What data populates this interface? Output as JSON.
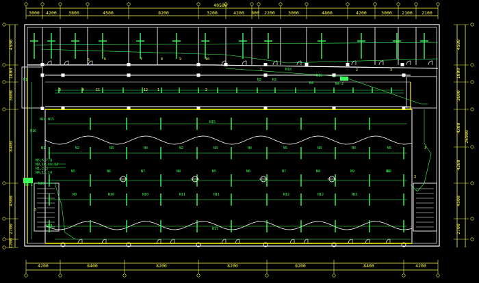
{
  "colors": {
    "background": "#000000",
    "wall": "#ffffff",
    "dimension": "#ffff4a",
    "circuit": "#3cff5a",
    "highlight_yellow": "#ffff00"
  },
  "top_dimensions": {
    "total": "49500",
    "segments": [
      "3000",
      "4200",
      "3800",
      "4500",
      "8200",
      "3200",
      "4200",
      "800",
      "2200",
      "3000",
      "4800",
      "4200",
      "3000",
      "2100",
      "2100"
    ]
  },
  "bottom_dimensions": {
    "segments": [
      "4200",
      "8400",
      "8200",
      "8200",
      "8200",
      "8400",
      "4200"
    ]
  },
  "left_dimensions": {
    "segments": [
      "4500",
      "1800",
      "3600",
      "8400",
      "4500",
      "2700",
      "1200"
    ]
  },
  "right_dimensions": {
    "total": "26900",
    "segments": [
      "4500",
      "1800",
      "3600",
      "4200",
      "4200",
      "4500",
      "2700"
    ]
  },
  "circuit_labels": {
    "row1": [
      "N1",
      "N2",
      "N3",
      "N4",
      "N2",
      "N3",
      "N4",
      "N5",
      "N3",
      "N4",
      "N5",
      "N2"
    ],
    "row2": [
      "N5",
      "N6",
      "N7",
      "N8",
      "N5",
      "N6",
      "N7",
      "N8",
      "N9",
      "N2"
    ],
    "row3": [
      "N9",
      "N10",
      "N10",
      "N11",
      "N11",
      "N12",
      "N12",
      "N11"
    ],
    "panel_left": "N4-1",
    "panel_mid": "N4-2",
    "tags": [
      "N16",
      "N14 N15",
      "N15",
      "N17",
      "N20",
      "N21",
      "N5,6,7,8",
      "N9,10,11,12",
      "N1,2,3",
      "N4,13,14",
      "N18",
      "N19",
      "N4",
      "N3",
      "N2",
      "N1"
    ]
  },
  "circuit_numbers": [
    "5",
    "6",
    "7",
    "8",
    "9",
    "10",
    "11",
    "12",
    "1",
    "2",
    "3",
    "4",
    "1",
    "2",
    "3",
    "3",
    "3",
    "3"
  ]
}
